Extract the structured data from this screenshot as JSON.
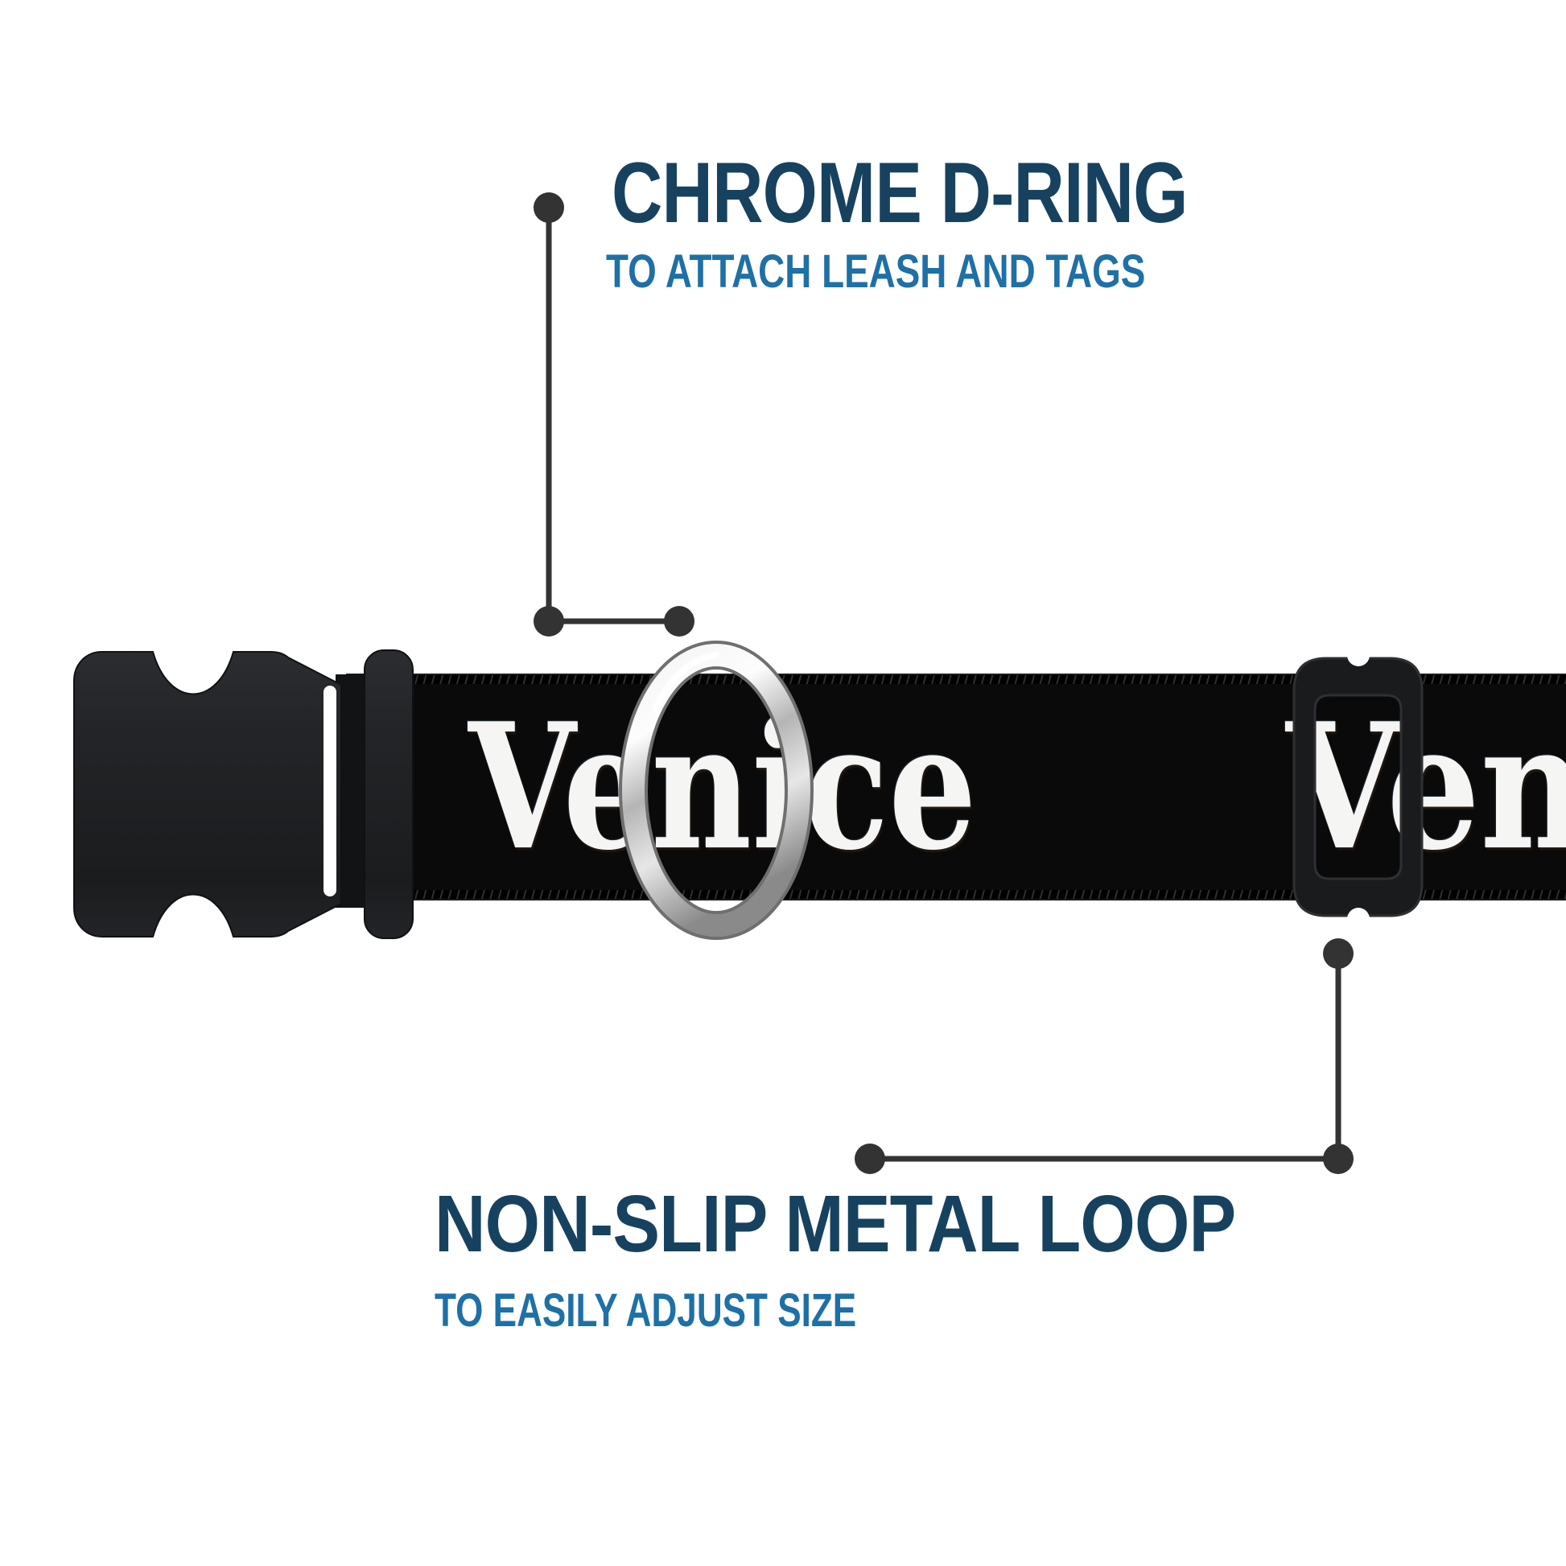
{
  "product_labels": {
    "top": {
      "title": "CHROME D-RING",
      "subtitle": "TO ATTACH LEASH AND TAGS"
    },
    "bottom": {
      "title": "NON-SLIP METAL LOOP",
      "subtitle": "TO EASILY ADJUST SIZE"
    }
  },
  "collar": {
    "imprint_text": "Venice",
    "imprint_text_partial": "Ven"
  },
  "colors": {
    "background": "#ffffff",
    "title": "#17425f",
    "subtitle": "#1e70a6",
    "callout": "#333333",
    "webbing": "#0a0a0b",
    "buckle_dark": "#1b1c1e",
    "buckle_light": "#2c2d30",
    "imprint": "#f5f5f4",
    "chrome_light": "#f4f4f4",
    "chrome_mid": "#c9c9c9",
    "chrome_dark": "#8a8a8a"
  }
}
